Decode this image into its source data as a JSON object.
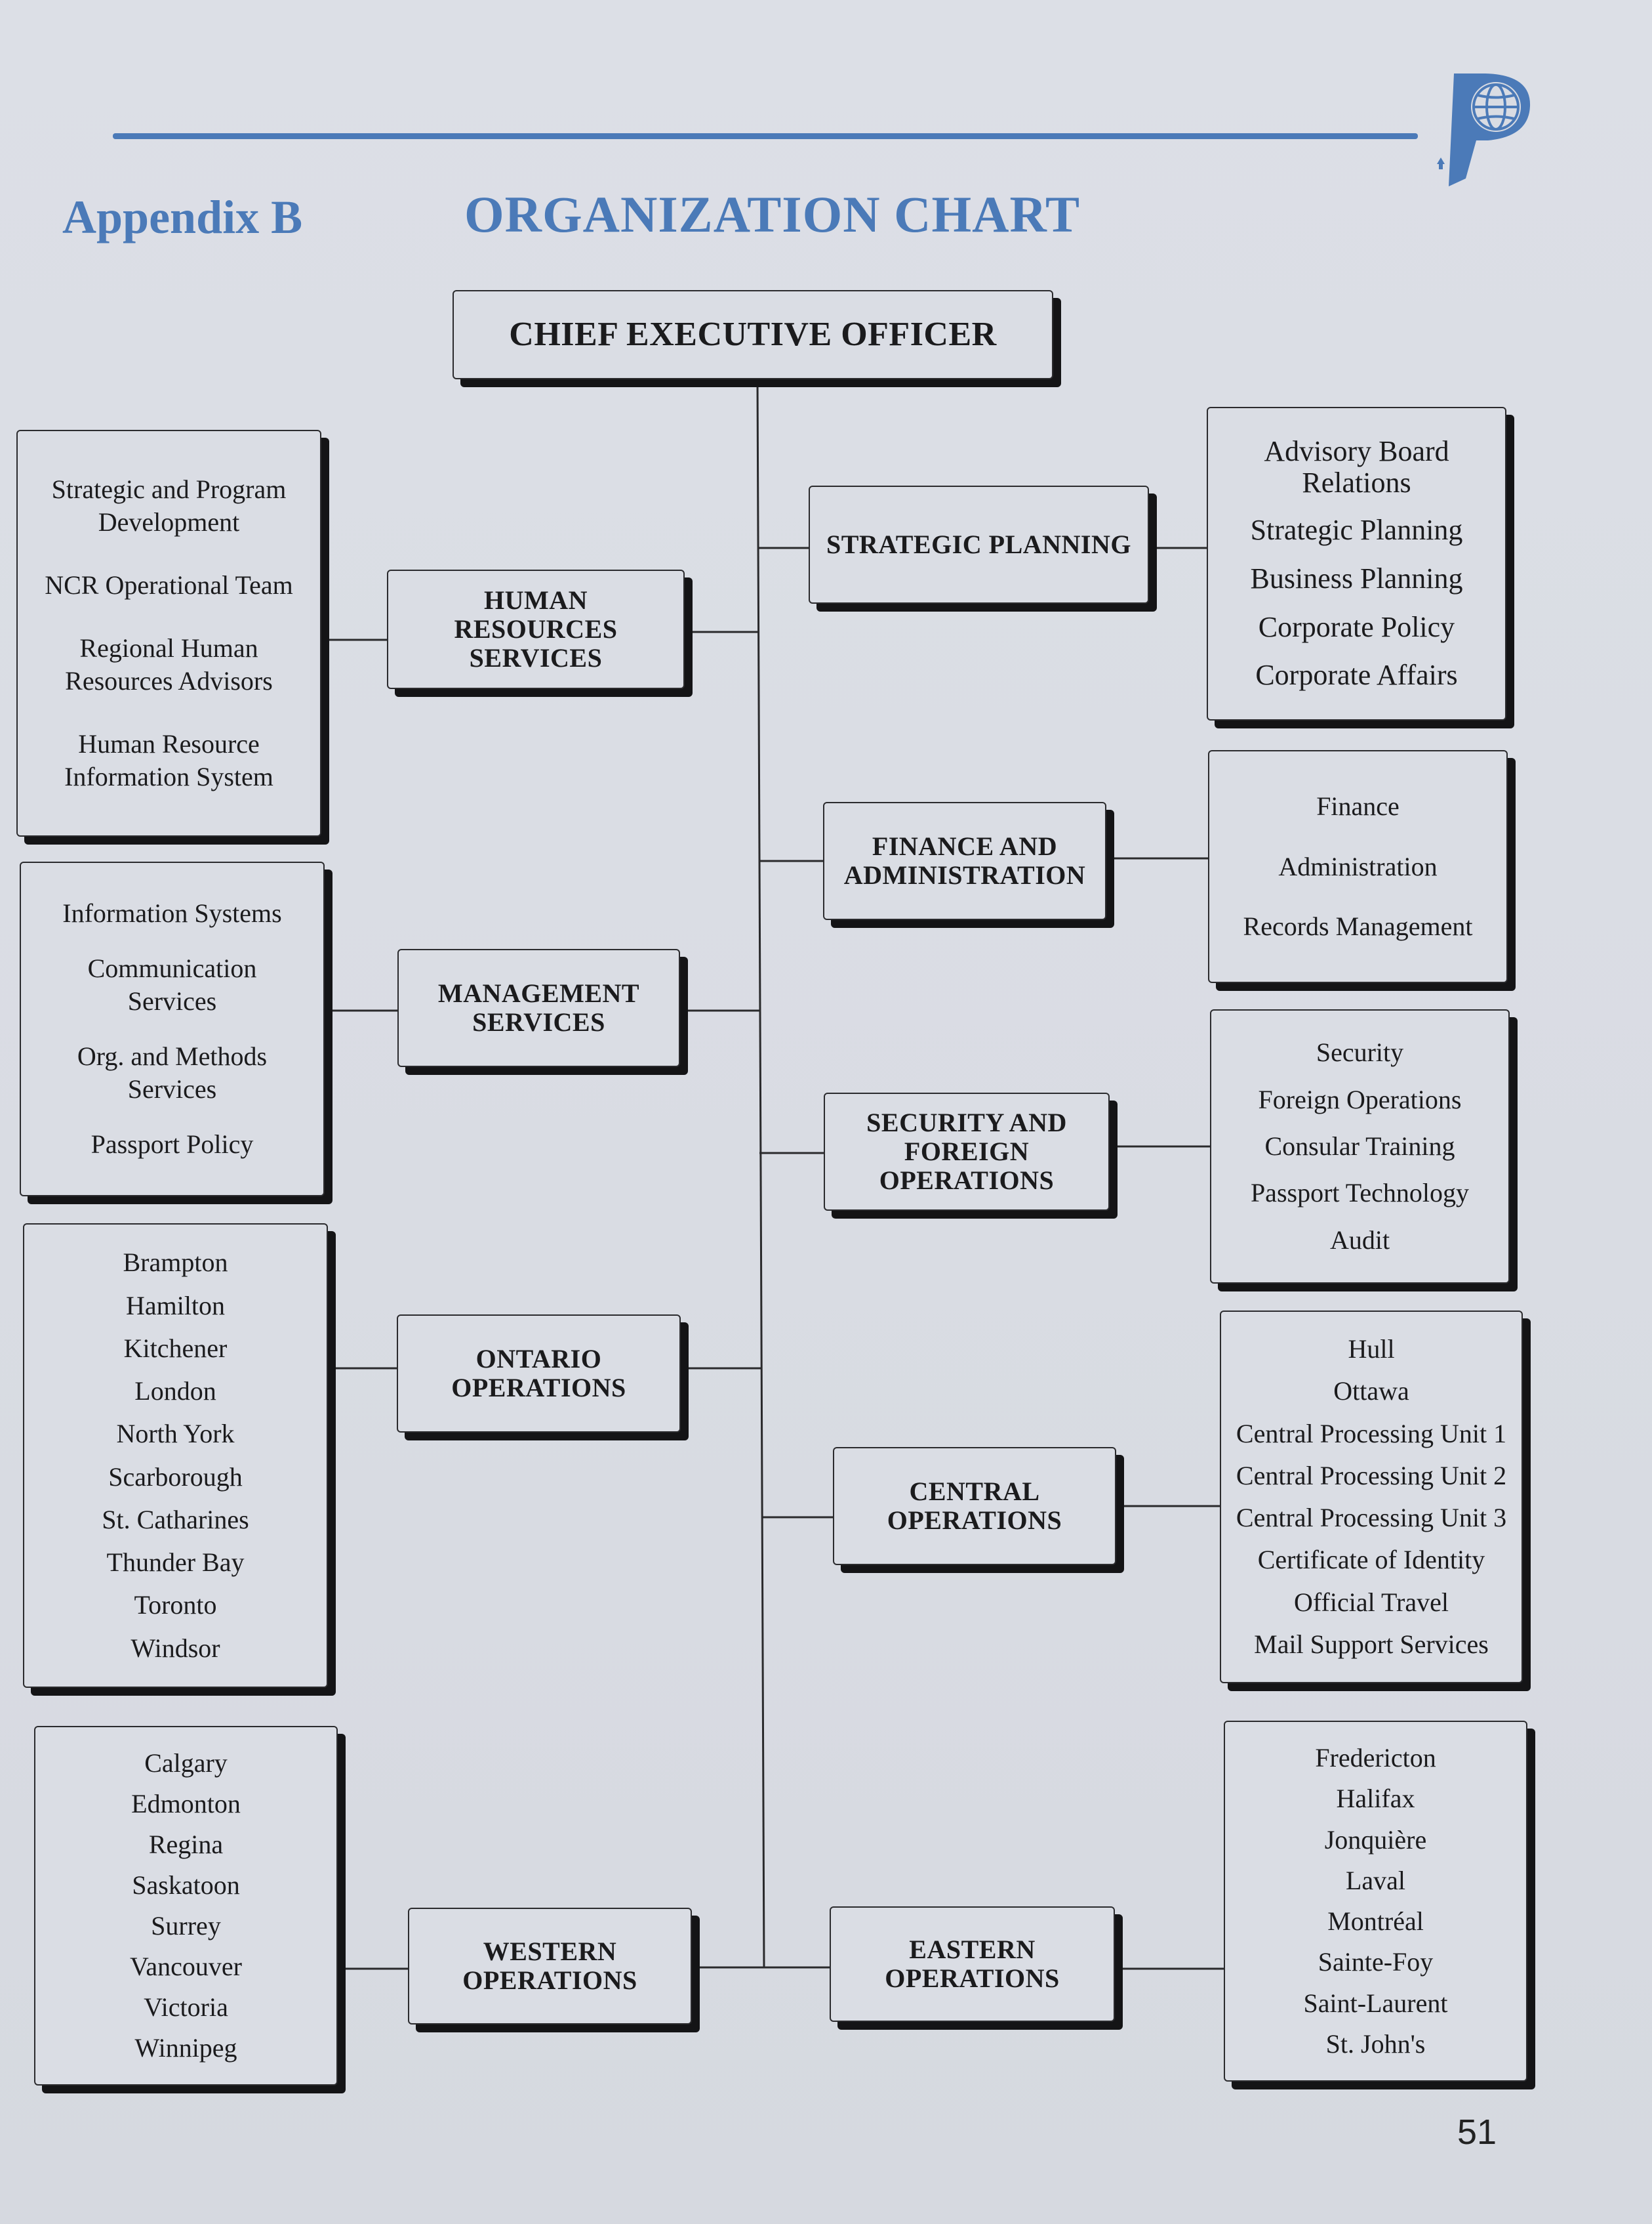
{
  "header": {
    "appendix_label": "Appendix B",
    "title": "ORGANIZATION CHART",
    "accent_color": "#4b7ab8",
    "logo_icon": "passport-canada-logo"
  },
  "ceo": {
    "label": "CHIEF EXECUTIVE OFFICER"
  },
  "left_units": {
    "hr": {
      "label": "HUMAN\nRESOURCES\nSERVICES",
      "items": [
        "Strategic and Program\nDevelopment",
        "NCR Operational Team",
        "Regional Human\nResources Advisors",
        "Human Resource\nInformation System"
      ]
    },
    "management": {
      "label": "MANAGEMENT\nSERVICES",
      "items": [
        "Information Systems",
        "Communication\nServices",
        "Org. and Methods\nServices",
        "Passport Policy"
      ]
    },
    "ontario": {
      "label": "ONTARIO\nOPERATIONS",
      "items": [
        "Brampton",
        "Hamilton",
        "Kitchener",
        "London",
        "North York",
        "Scarborough",
        "St. Catharines",
        "Thunder Bay",
        "Toronto",
        "Windsor"
      ]
    },
    "western": {
      "label": "WESTERN\nOPERATIONS",
      "items": [
        "Calgary",
        "Edmonton",
        "Regina",
        "Saskatoon",
        "Surrey",
        "Vancouver",
        "Victoria",
        "Winnipeg"
      ]
    }
  },
  "right_units": {
    "strategic": {
      "label": "STRATEGIC PLANNING",
      "items": [
        "Advisory Board\nRelations",
        "Strategic Planning",
        "Business Planning",
        "Corporate Policy",
        "Corporate Affairs"
      ]
    },
    "finance": {
      "label": "FINANCE AND\nADMINISTRATION",
      "items": [
        "Finance",
        "Administration",
        "Records Management"
      ]
    },
    "security": {
      "label": "SECURITY AND\nFOREIGN\nOPERATIONS",
      "items": [
        "Security",
        "Foreign Operations",
        "Consular Training",
        "Passport Technology",
        "Audit"
      ]
    },
    "central": {
      "label": "CENTRAL\nOPERATIONS",
      "items": [
        "Hull",
        "Ottawa",
        "Central Processing Unit 1",
        "Central Processing Unit 2",
        "Central Processing Unit 3",
        "Certificate of Identity",
        "Official Travel",
        "Mail Support Services"
      ]
    },
    "eastern": {
      "label": "EASTERN\nOPERATIONS",
      "items": [
        "Fredericton",
        "Halifax",
        "Jonquière",
        "Laval",
        "Montréal",
        "Sainte-Foy",
        "Saint-Laurent",
        "St. John's"
      ]
    }
  },
  "footer": {
    "page_number": "51"
  }
}
